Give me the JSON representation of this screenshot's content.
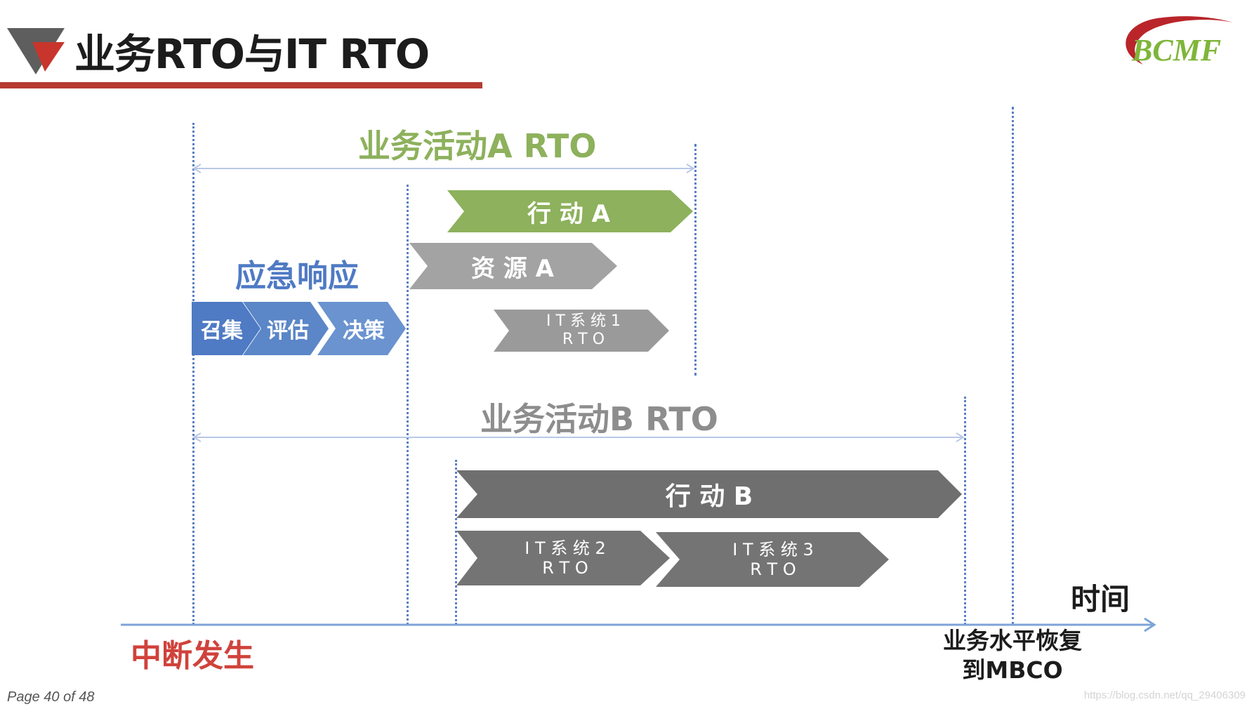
{
  "header": {
    "title": "业务RTO与IT RTO",
    "logo_text": "BCMF"
  },
  "diagram": {
    "activity_a_rto": "业务活动A RTO",
    "activity_b_rto": "业务活动B RTO",
    "emergency_response": "应急响应",
    "steps": [
      "召集",
      "评估",
      "决策"
    ],
    "action_a": "行 动 A",
    "resource_a": "资 源 A",
    "it_system_1": {
      "line1": "I T 系 统 1",
      "line2": "R T O"
    },
    "action_b": "行 动 B",
    "it_system_2": {
      "line1": "I T 系 统 2",
      "line2": "R T O"
    },
    "it_system_3": {
      "line1": "I T 系 统 3",
      "line2": "R T O"
    },
    "time_label": "时间",
    "interruption_label": "中断发生",
    "recovery_label": {
      "line1": "业务水平恢复",
      "line2": "到MBCO"
    }
  },
  "footer": {
    "page": "Page 40 of 48",
    "watermark": "https://blog.csdn.net/qq_29406309"
  },
  "colors": {
    "title_underline": "#b63a30",
    "action_a": "#8db15c",
    "resource_a": "#a3a3a3",
    "it_system_1": "#9a9a9a",
    "steps": "#5b86c7",
    "action_b": "#6f6f6f",
    "it_systems_b": "#747474",
    "emergency_text": "#4f7ac4",
    "activity_a_text": "#8db15c",
    "activity_b_text": "#8d8d8d",
    "interruption_text": "#d0423b",
    "axis": "#7ea4d8"
  }
}
